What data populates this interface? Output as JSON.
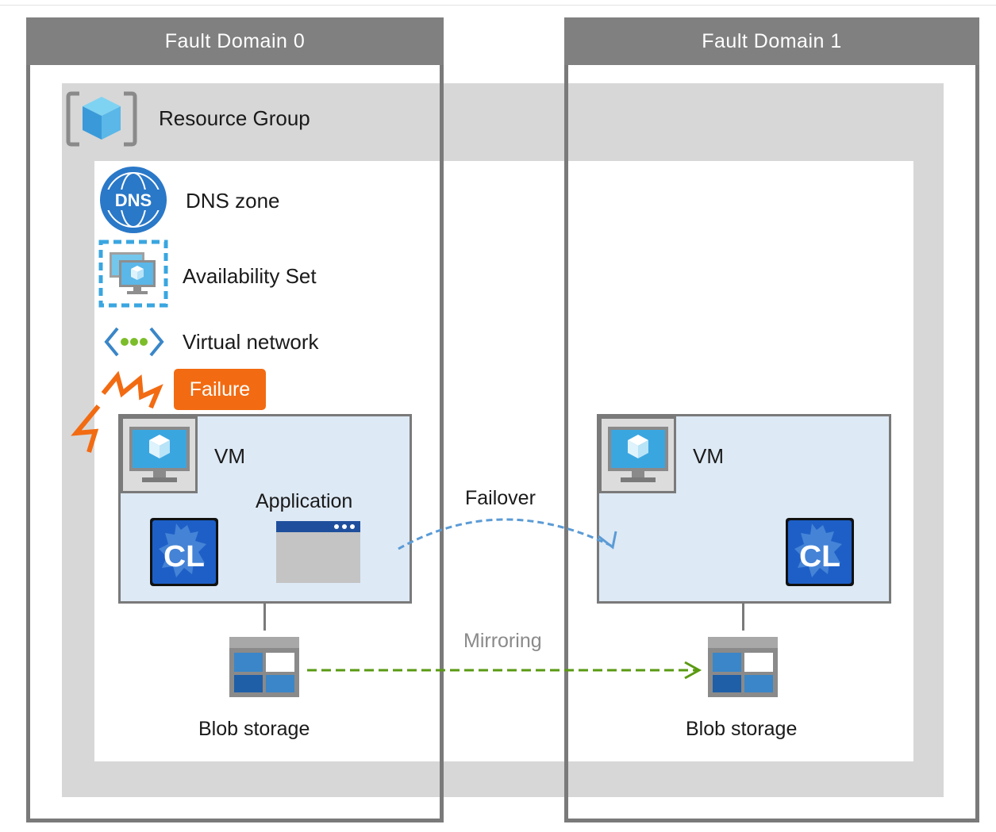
{
  "fault_domains": [
    {
      "label": "Fault Domain 0"
    },
    {
      "label": "Fault Domain 1"
    }
  ],
  "resource_group": {
    "label": "Resource Group"
  },
  "legend": {
    "dns_zone": "DNS zone",
    "dns_icon_text": "DNS",
    "availability_set": "Availability Set",
    "virtual_network": "Virtual network"
  },
  "failure_badge": "Failure",
  "vm_left": {
    "label": "VM",
    "application_label": "Application",
    "cl_text": "CL"
  },
  "vm_right": {
    "label": "VM",
    "cl_text": "CL"
  },
  "flows": {
    "failover": "Failover",
    "mirroring": "Mirroring"
  },
  "storage_left": {
    "label": "Blob storage"
  },
  "storage_right": {
    "label": "Blob storage"
  },
  "colors": {
    "fault_domain_gray": "#808080",
    "resource_group_bg": "#d7d7d7",
    "vm_bg": "#dde9f5",
    "failure_orange": "#f26b12",
    "failover_blue": "#5b9bd5",
    "mirroring_green": "#5a9a12",
    "cl_blue": "#1e5fc7"
  }
}
